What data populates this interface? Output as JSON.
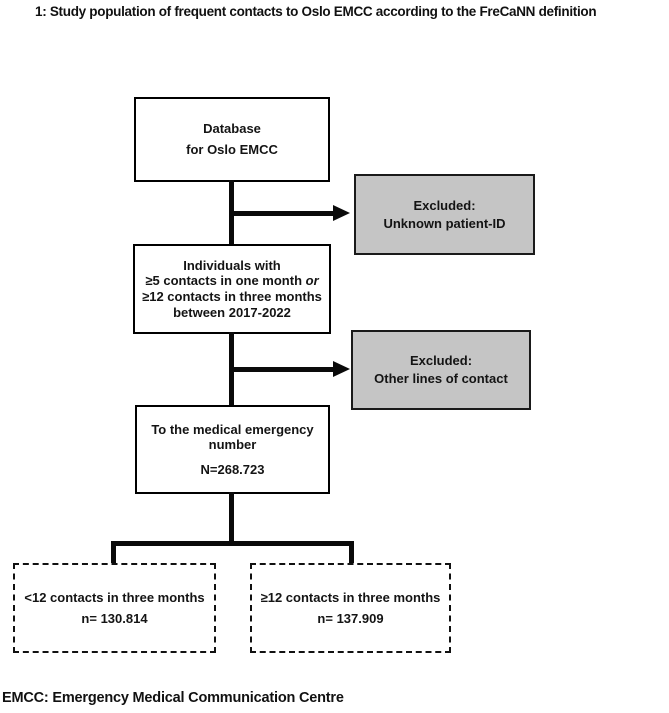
{
  "title": "1: Study population of frequent contacts to Oslo EMCC according to the FreCaNN definition",
  "footer": "EMCC: Emergency Medical Communication Centre",
  "colors": {
    "excluded_box_bg": "#c5c5c5",
    "box_border": "#000000",
    "connector": "#0a0a0a",
    "background": "#ffffff"
  },
  "boxes": {
    "database": {
      "line1": "Database",
      "line2": "for Oslo EMCC"
    },
    "criteria": {
      "line1": "Individuals with",
      "line2a": "≥5 contacts in one month ",
      "line2b": "or",
      "line3": "≥12 contacts in three months",
      "line4": "between 2017-2022"
    },
    "excluded1": {
      "line1": "Excluded:",
      "line2": "Unknown patient-ID"
    },
    "excluded2": {
      "line1": "Excluded:",
      "line2": "Other lines of contact"
    },
    "emergency": {
      "line1": "To the medical emergency",
      "line2": "number",
      "line3": "N=268.723"
    },
    "branch_left": {
      "line1": "<12 contacts in three months",
      "line2": "n= 130.814"
    },
    "branch_right": {
      "line1": "≥12 contacts in three months",
      "line2": "n= 137.909"
    }
  }
}
